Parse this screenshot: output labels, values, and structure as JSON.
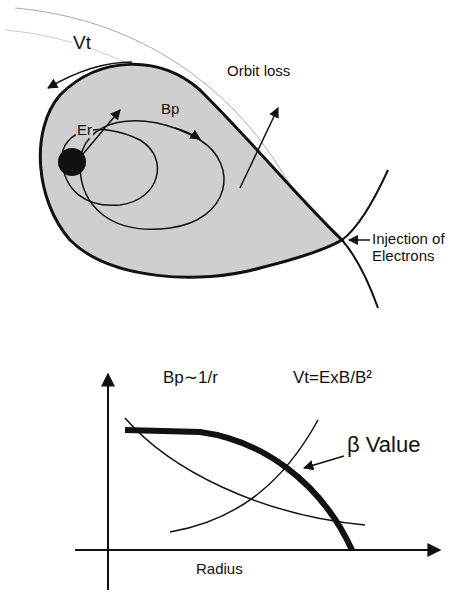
{
  "diagram": {
    "labels": [
      "Vt",
      "Orbit loss",
      "Er",
      "Bp",
      "Injection of Electrons",
      "Bp∼1/r",
      "Vt=ExB/B²",
      "β Value",
      "Radius"
    ]
  }
}
